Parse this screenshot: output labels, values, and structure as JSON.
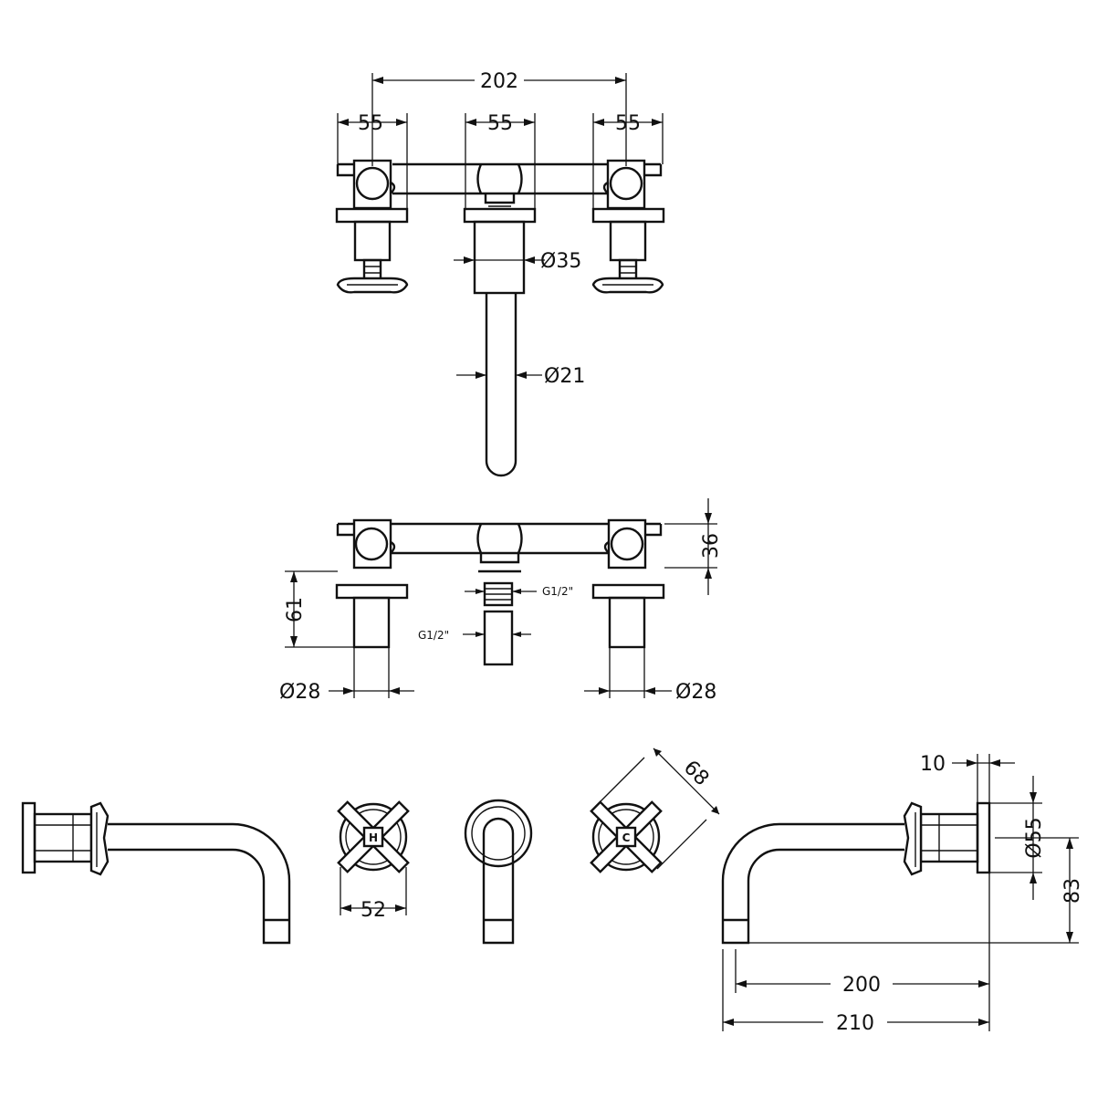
{
  "dimensions": {
    "top_span": "202",
    "top_left_width": "55",
    "top_mid_width": "55",
    "top_right_width": "55",
    "spout_body_dia": "Ø35",
    "spout_pipe_dia": "Ø21",
    "body_height": "36",
    "valve_depth": "61",
    "thread_top": "G1/2\"",
    "thread_bottom": "G1/2\"",
    "valve_dia_left": "Ø28",
    "valve_dia_right": "Ø28",
    "handle_width": "52",
    "handle_diagonal": "68",
    "plate_thickness": "10",
    "plate_dia": "Ø55",
    "spout_height": "83",
    "spout_projection": "200",
    "overall_projection": "210"
  },
  "handle_marks": {
    "hot": "H",
    "cold": "C"
  },
  "colors": {
    "line": "#111111",
    "background": "#ffffff"
  }
}
